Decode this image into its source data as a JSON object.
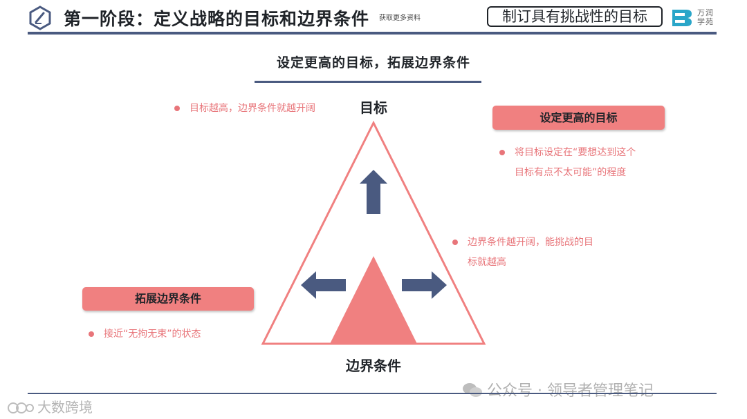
{
  "header": {
    "title": "第一阶段：定义战略的目标和边界条件",
    "tiny_text": "获取更多资料",
    "box_label": "制订具有挑战性的目标",
    "logo_text": "万润学苑"
  },
  "subtitle": "设定更高的目标，拓展边界条件",
  "diagram": {
    "top_label": "目标",
    "bottom_label": "边界条件",
    "triangle_color": "#f08080",
    "arrow_color": "#4a5a80"
  },
  "left_top": {
    "bullet": "目标越高，边界条件就越开阔"
  },
  "right_top": {
    "badge": "设定更高的目标",
    "bullet_line1": "将目标设定在“要想达到这个",
    "bullet_line2": "目标有点不太可能”的程度"
  },
  "right_mid": {
    "bullet_line1": "边界条件越开阔，能挑战的目",
    "bullet_line2": "标就越高"
  },
  "left_bottom": {
    "badge": "拓展边界条件",
    "bullet": "接近“无拘无束”的状态"
  },
  "watermark": {
    "right": "公众号 · 领导者管理笔记",
    "left": "大数跨境"
  }
}
